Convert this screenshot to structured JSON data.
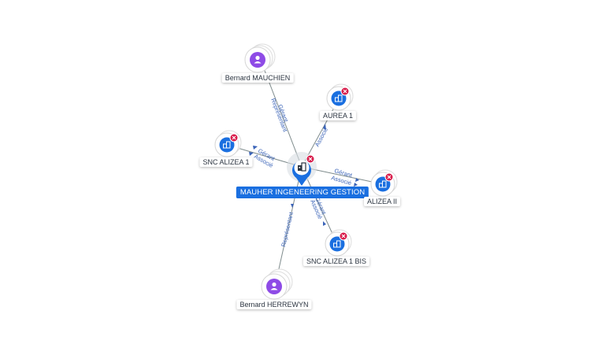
{
  "center": {
    "label": "MAUHER INGENEERING GESTION",
    "icon": "building-icon",
    "status_icon": "closed-x-icon"
  },
  "nodes": [
    {
      "id": "bernard-mauchien",
      "label": "Bernard MAUCHIEN",
      "type": "person",
      "icon": "person-icon"
    },
    {
      "id": "aurea-1",
      "label": "AUREA 1",
      "type": "company",
      "icon": "building-icon",
      "closed": true
    },
    {
      "id": "snc-alizea-1",
      "label": "SNC ALIZEA 1",
      "type": "company",
      "icon": "building-icon",
      "closed": true
    },
    {
      "id": "alizea-ii",
      "label": "ALIZEA II",
      "type": "company",
      "icon": "building-icon",
      "closed": true
    },
    {
      "id": "snc-alizea-1-bis",
      "label": "SNC ALIZEA 1 BIS",
      "type": "company",
      "icon": "building-icon",
      "closed": true
    },
    {
      "id": "bernard-herrewyn",
      "label": "Bernard HERREWYN",
      "type": "person",
      "icon": "person-icon"
    }
  ],
  "edges": [
    {
      "to": "bernard-mauchien",
      "labels": [
        "Gérant",
        "Représentant"
      ]
    },
    {
      "to": "aurea-1",
      "labels": [
        "Associé"
      ]
    },
    {
      "to": "snc-alizea-1",
      "labels": [
        "Gérant",
        "Associé"
      ]
    },
    {
      "to": "alizea-ii",
      "labels": [
        "Gérant",
        "Associé"
      ]
    },
    {
      "to": "snc-alizea-1-bis",
      "labels": [
        "Gérant",
        "Associé"
      ]
    },
    {
      "to": "bernard-herrewyn",
      "labels": [
        "Représentant"
      ]
    }
  ],
  "colors": {
    "company": "#1a6fe0",
    "person": "#8e4be6",
    "closed_badge": "#d81b4a",
    "edge_label": "#3a63b8",
    "edge_line": "#7f8c8d"
  }
}
